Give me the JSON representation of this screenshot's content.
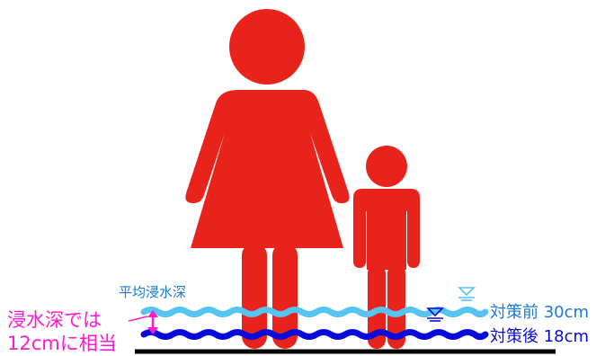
{
  "labels": {
    "average_depth": "平均浸水深",
    "before": "対策前 30cm",
    "after": "対策後 18cm",
    "note_line1": "浸水深では",
    "note_line2": "12cmに相当"
  },
  "colors": {
    "figure": "#e8231b",
    "wave_before": "#56c3f0",
    "wave_after": "#0a0ad6",
    "label_before": "#1a7ad8",
    "label_after": "#0a0ad6",
    "note": "#ff1acb",
    "ground": "#000000"
  },
  "icons": {
    "adult": "woman-figure-icon",
    "child": "child-figure-icon",
    "water_level_before": "water-level-marker-icon",
    "water_level_after": "water-level-marker-icon",
    "difference": "double-arrow-icon"
  }
}
